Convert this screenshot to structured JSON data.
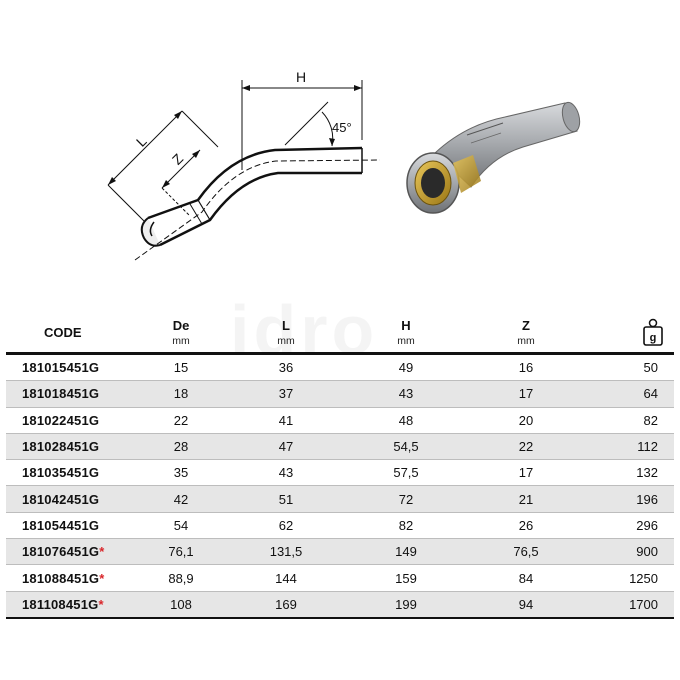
{
  "diagram": {
    "dim_h": "H",
    "dim_l": "L",
    "dim_z": "Z",
    "angle": "45°"
  },
  "table": {
    "headers": {
      "code": "CODE",
      "de": "De",
      "de_unit": "mm",
      "l": "L",
      "l_unit": "mm",
      "h": "H",
      "h_unit": "mm",
      "z": "Z",
      "z_unit": "mm",
      "weight_unit": "g"
    },
    "rows": [
      {
        "code": "181015451G",
        "star": "",
        "de": "15",
        "l": "36",
        "h": "49",
        "z": "16",
        "g": "50"
      },
      {
        "code": "181018451G",
        "star": "",
        "de": "18",
        "l": "37",
        "h": "43",
        "z": "17",
        "g": "64"
      },
      {
        "code": "181022451G",
        "star": "",
        "de": "22",
        "l": "41",
        "h": "48",
        "z": "20",
        "g": "82"
      },
      {
        "code": "181028451G",
        "star": "",
        "de": "28",
        "l": "47",
        "h": "54,5",
        "z": "22",
        "g": "112"
      },
      {
        "code": "181035451G",
        "star": "",
        "de": "35",
        "l": "43",
        "h": "57,5",
        "z": "17",
        "g": "132"
      },
      {
        "code": "181042451G",
        "star": "",
        "de": "42",
        "l": "51",
        "h": "72",
        "z": "21",
        "g": "196"
      },
      {
        "code": "181054451G",
        "star": "",
        "de": "54",
        "l": "62",
        "h": "82",
        "z": "26",
        "g": "296"
      },
      {
        "code": "181076451G",
        "star": "*",
        "de": "76,1",
        "l": "131,5",
        "h": "149",
        "z": "76,5",
        "g": "900"
      },
      {
        "code": "181088451G",
        "star": "*",
        "de": "88,9",
        "l": "144",
        "h": "159",
        "z": "84",
        "g": "1250"
      },
      {
        "code": "181108451G",
        "star": "*",
        "de": "108",
        "l": "169",
        "h": "199",
        "z": "94",
        "g": "1700"
      }
    ]
  },
  "colors": {
    "star": "#d9262a",
    "row_alt": "#e6e6e6",
    "separator": "#c73a3a",
    "brass": "#c9a227",
    "steel": "#a9acb0"
  }
}
